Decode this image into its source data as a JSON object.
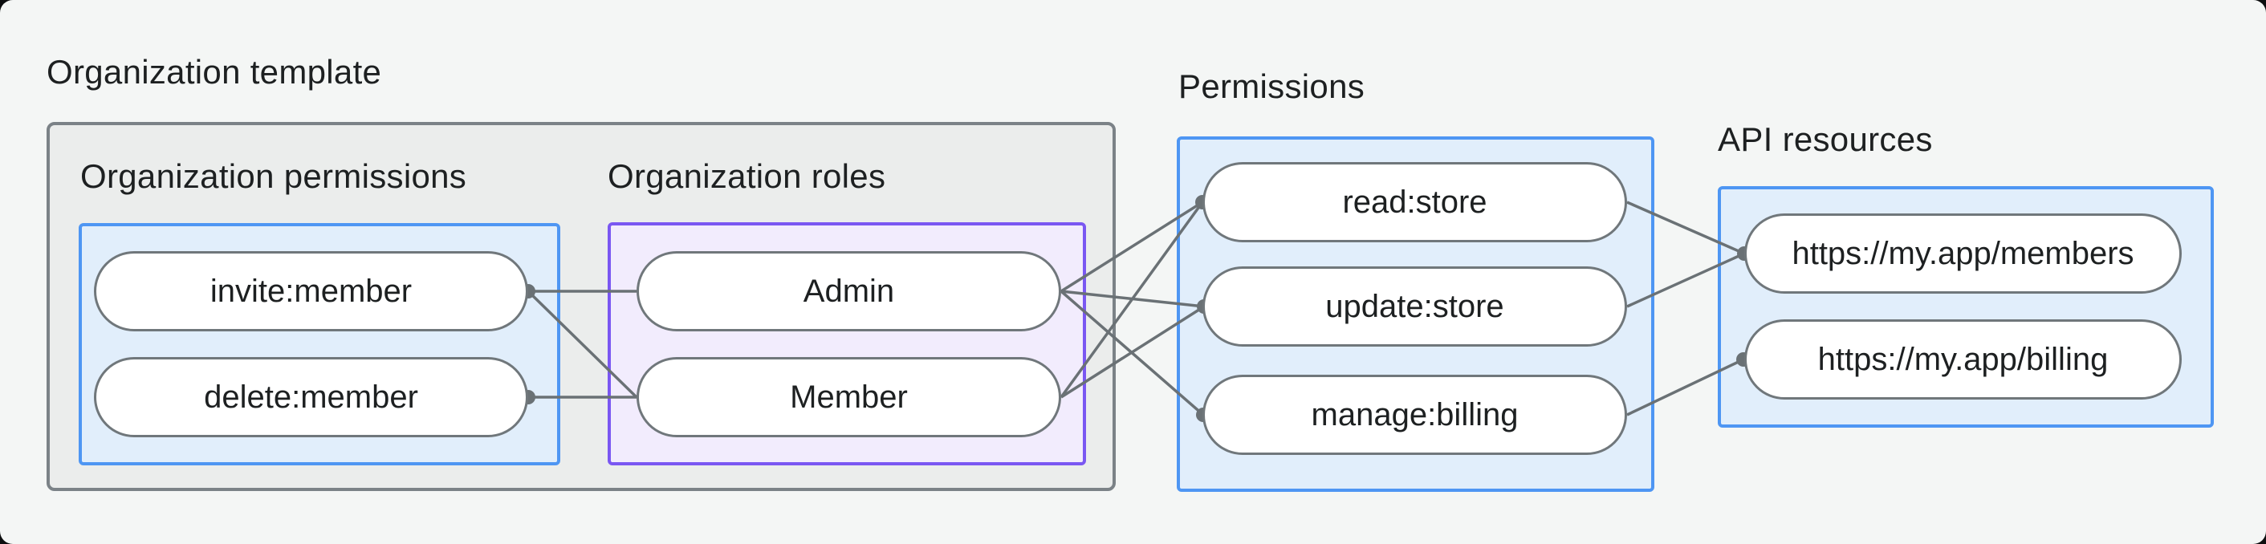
{
  "colors": {
    "page_background": "#f4f6f5",
    "outer_box_fill": "#ebedec",
    "outer_box_border": "#7b8287",
    "blue_box_fill": "#e1eefb",
    "blue_box_border": "#4e96f3",
    "purple_box_fill": "#f2ecfd",
    "purple_box_border": "#7a57f2",
    "pill_fill": "#ffffff",
    "pill_border": "#70777b",
    "wire_gray": "#6a7175",
    "text": "#1d2021"
  },
  "diagram": {
    "template_label": "Organization template",
    "groups": {
      "org_permissions": {
        "title": "Organization permissions",
        "pills": [
          {
            "label": "invite:member"
          },
          {
            "label": "delete:member"
          }
        ]
      },
      "org_roles": {
        "title": "Organization roles",
        "pills": [
          {
            "label": "Admin"
          },
          {
            "label": "Member"
          }
        ]
      },
      "permissions": {
        "title": "Permissions",
        "pills": [
          {
            "label": "read:store"
          },
          {
            "label": "update:store"
          },
          {
            "label": "manage:billing"
          }
        ]
      },
      "api_resources": {
        "title": "API resources",
        "pills": [
          {
            "label": "https://my.app/members"
          },
          {
            "label": "https://my.app/billing"
          }
        ]
      }
    },
    "connections": [
      {
        "from": "invite:member",
        "to": "Admin"
      },
      {
        "from": "invite:member",
        "to": "Member"
      },
      {
        "from": "delete:member",
        "to": "Member"
      },
      {
        "from": "Admin",
        "to": "read:store"
      },
      {
        "from": "Admin",
        "to": "update:store"
      },
      {
        "from": "Admin",
        "to": "manage:billing"
      },
      {
        "from": "Member",
        "to": "read:store"
      },
      {
        "from": "Member",
        "to": "update:store"
      },
      {
        "from": "read:store",
        "to": "https://my.app/members"
      },
      {
        "from": "update:store",
        "to": "https://my.app/members"
      },
      {
        "from": "manage:billing",
        "to": "https://my.app/billing"
      }
    ]
  }
}
